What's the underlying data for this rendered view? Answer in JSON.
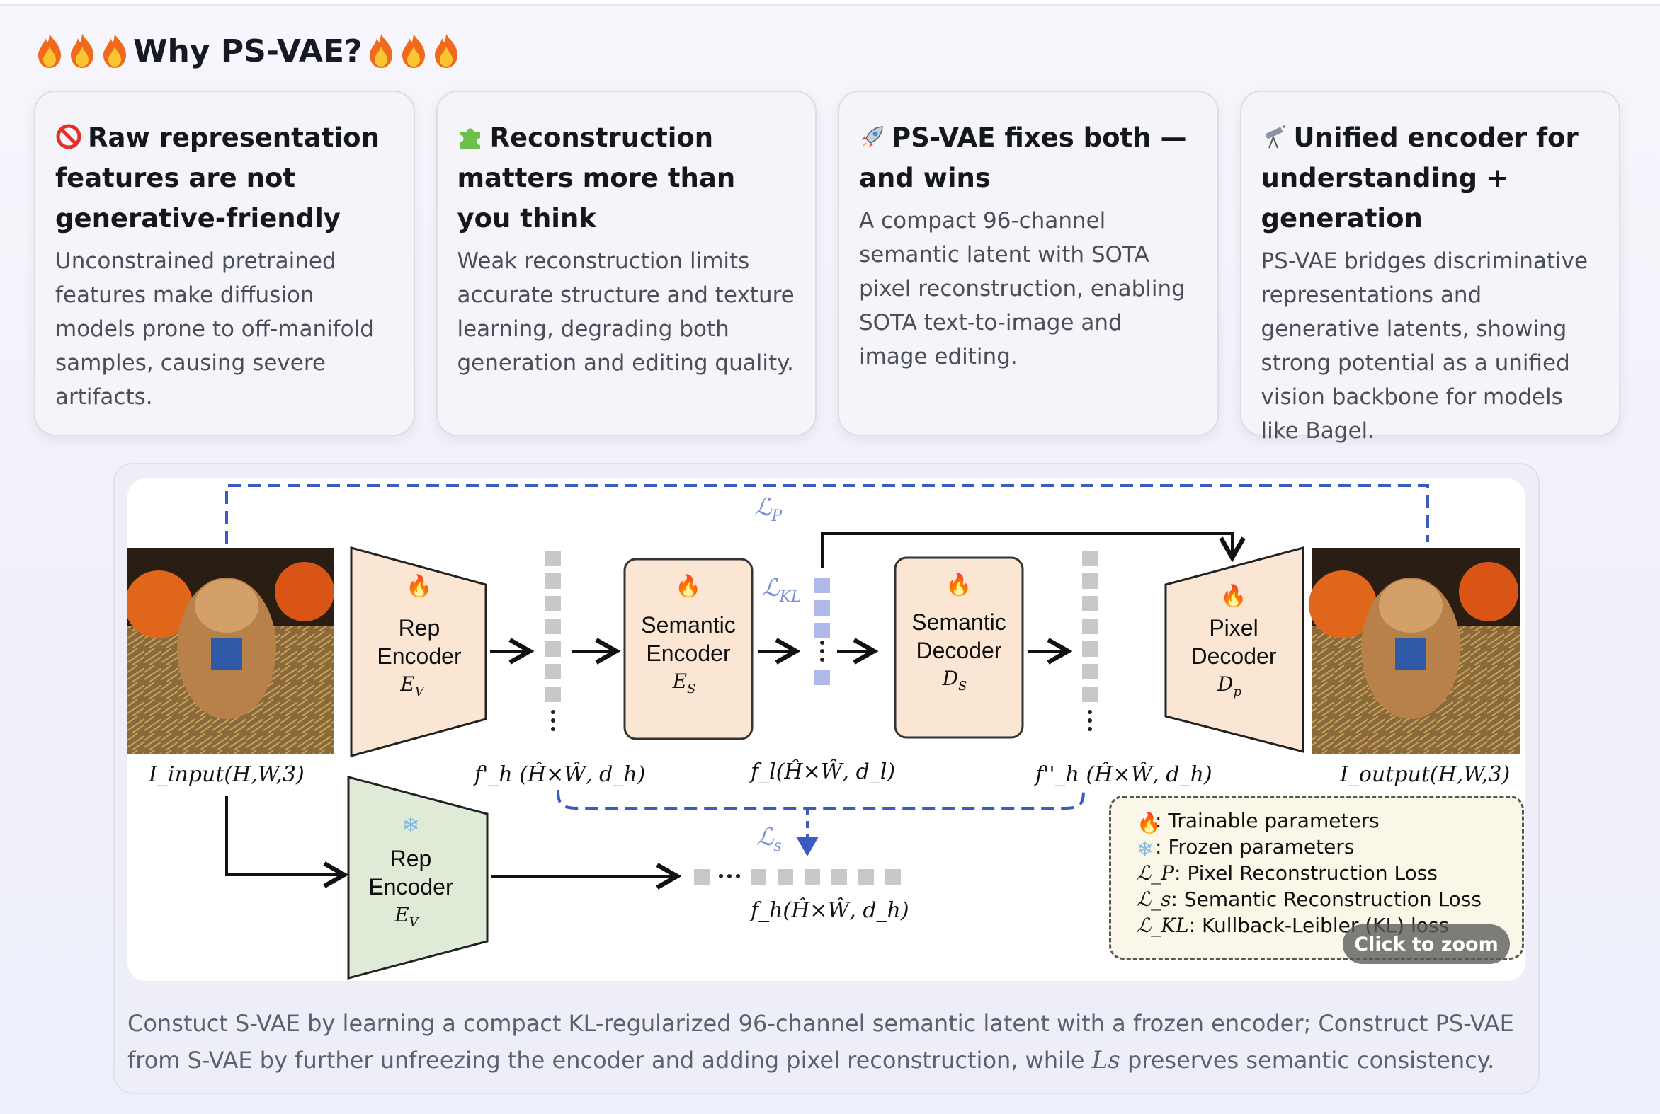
{
  "page": {
    "heading": "Why PS-VAE?",
    "heading_icon": "fire-icon"
  },
  "cards": [
    {
      "icon": "no-entry-icon",
      "title": "Raw representation features are not generative-friendly",
      "body": "Unconstrained pretrained features make diffusion models prone to off-manifold samples, causing severe artifacts."
    },
    {
      "icon": "puzzle-piece-icon",
      "title": "Reconstruction matters more than you think",
      "body": "Weak reconstruction limits accurate structure and texture learning, degrading both generation and editing quality."
    },
    {
      "icon": "rocket-icon",
      "title": "PS-VAE fixes both — and wins",
      "body": "A compact 96-channel semantic latent with SOTA pixel reconstruction, enabling SOTA text-to-image and image editing."
    },
    {
      "icon": "telescope-icon",
      "title": "Unified encoder for understanding + generation",
      "body": "PS-VAE bridges discriminative representations and generative latents, showing strong potential as a unified vision backbone for models like Bagel."
    }
  ],
  "figure": {
    "rep_encoder_top": {
      "line1": "Rep",
      "line2": "Encoder",
      "sym": "E",
      "sub": "V"
    },
    "semantic_encoder": {
      "line1": "Semantic",
      "line2": "Encoder",
      "sym": "E",
      "sub": "S"
    },
    "semantic_decoder": {
      "line1": "Semantic",
      "line2": "Decoder",
      "sym": "D",
      "sub": "S"
    },
    "pixel_decoder": {
      "line1": "Pixel",
      "line2": "Decoder",
      "sym": "D",
      "sub": "p"
    },
    "rep_encoder_bottom": {
      "line1": "Rep",
      "line2": "Encoder",
      "sym": "E",
      "sub": "V"
    },
    "label_input": "I_input(H,W,3)",
    "label_output": "I_output(H,W,3)",
    "label_fh_prime": "f'_h (Ĥ×Ŵ, d_h)",
    "label_fl": "f_l(Ĥ×Ŵ, d_l)",
    "label_fh_double": "f''_h (Ĥ×Ŵ, d_h)",
    "label_fh": "f_h(Ĥ×Ŵ, d_h)",
    "loss_p": "ℒ_P",
    "loss_kl": "ℒ_KL",
    "loss_s": "ℒ_s",
    "colors": {
      "encoder_fill": "#fae6d3",
      "frozen_fill": "#dfebd6",
      "loss_blue": "#3a5bbf",
      "latent_blue": "#aebae8",
      "feature_gray": "#c8c8c8"
    }
  },
  "legend": {
    "trainable": ": Trainable parameters",
    "frozen": ": Frozen parameters",
    "lp_sym": "ℒ_P",
    "lp_text": ": Pixel Reconstruction Loss",
    "ls_sym": "ℒ_s",
    "ls_text": ": Semantic Reconstruction Loss",
    "lkl_sym": "ℒ_KL",
    "lkl_text": ": Kullback-Leibler (KL) loss"
  },
  "zoom_label": "Click to zoom",
  "caption": {
    "part1": "Constuct S-VAE by learning a compact KL-regularized 96-channel semantic latent with a frozen encoder; Construct PS-VAE from S-VAE by further unfreezing the encoder and adding pixel reconstruction, while ",
    "math": "Ls",
    "part2": " preserves semantic consistency."
  }
}
